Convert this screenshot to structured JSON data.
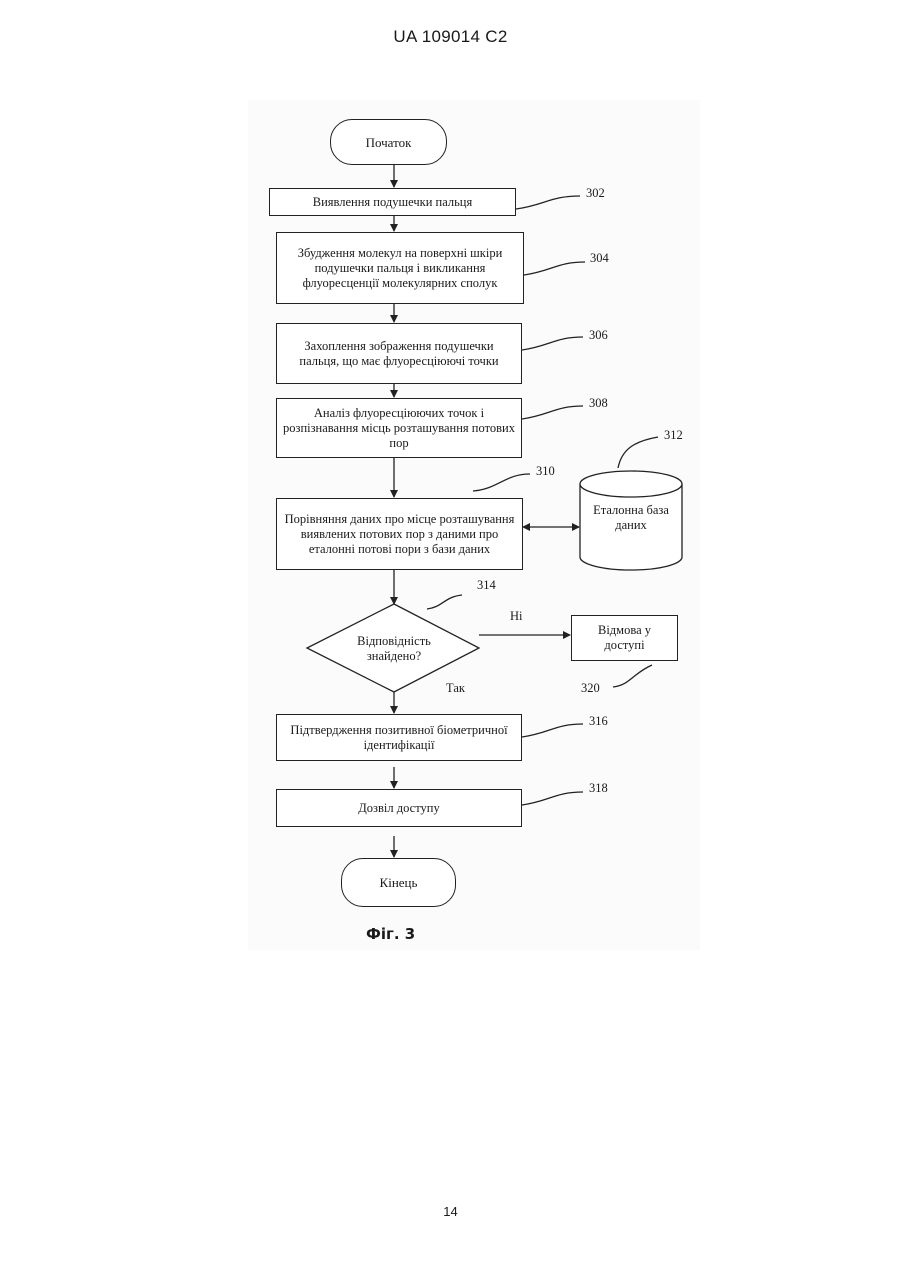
{
  "header": {
    "doc_id": "UA   109014   C2"
  },
  "figure": {
    "caption": "Фіг. 3",
    "start": "Початок",
    "end": "Кінець",
    "steps": {
      "s302": {
        "text": "Виявлення подушечки пальця",
        "ref": "302"
      },
      "s304": {
        "text": "Збудження молекул на поверхні шкіри подушечки пальця і викликання флуоресценції молекулярних сполук",
        "ref": "304"
      },
      "s306": {
        "text": "Захоплення зображення подушечки пальця, що має флуоресціюючі точки",
        "ref": "306"
      },
      "s308": {
        "text": "Аналіз флуоресціюючих точок і розпізнавання місць розташування потових пор",
        "ref": "308"
      },
      "s310": {
        "text": "Порівняння даних про місце розташування виявлених потових пор з даними про еталонні потові пори з бази даних",
        "ref": "310"
      },
      "s316": {
        "text": "Підтвердження позитивної біометричної ідентифікації",
        "ref": "316"
      },
      "s318": {
        "text": "Дозвіл доступу",
        "ref": "318"
      }
    },
    "database": {
      "text": "Еталонна база даних",
      "ref": "312"
    },
    "decision": {
      "text": "Відповідність знайдено?",
      "ref": "314",
      "yes": "Так",
      "no": "Ні"
    },
    "deny": {
      "text": "Відмова у доступі",
      "ref": "320"
    }
  },
  "footer": {
    "page_number": "14"
  }
}
